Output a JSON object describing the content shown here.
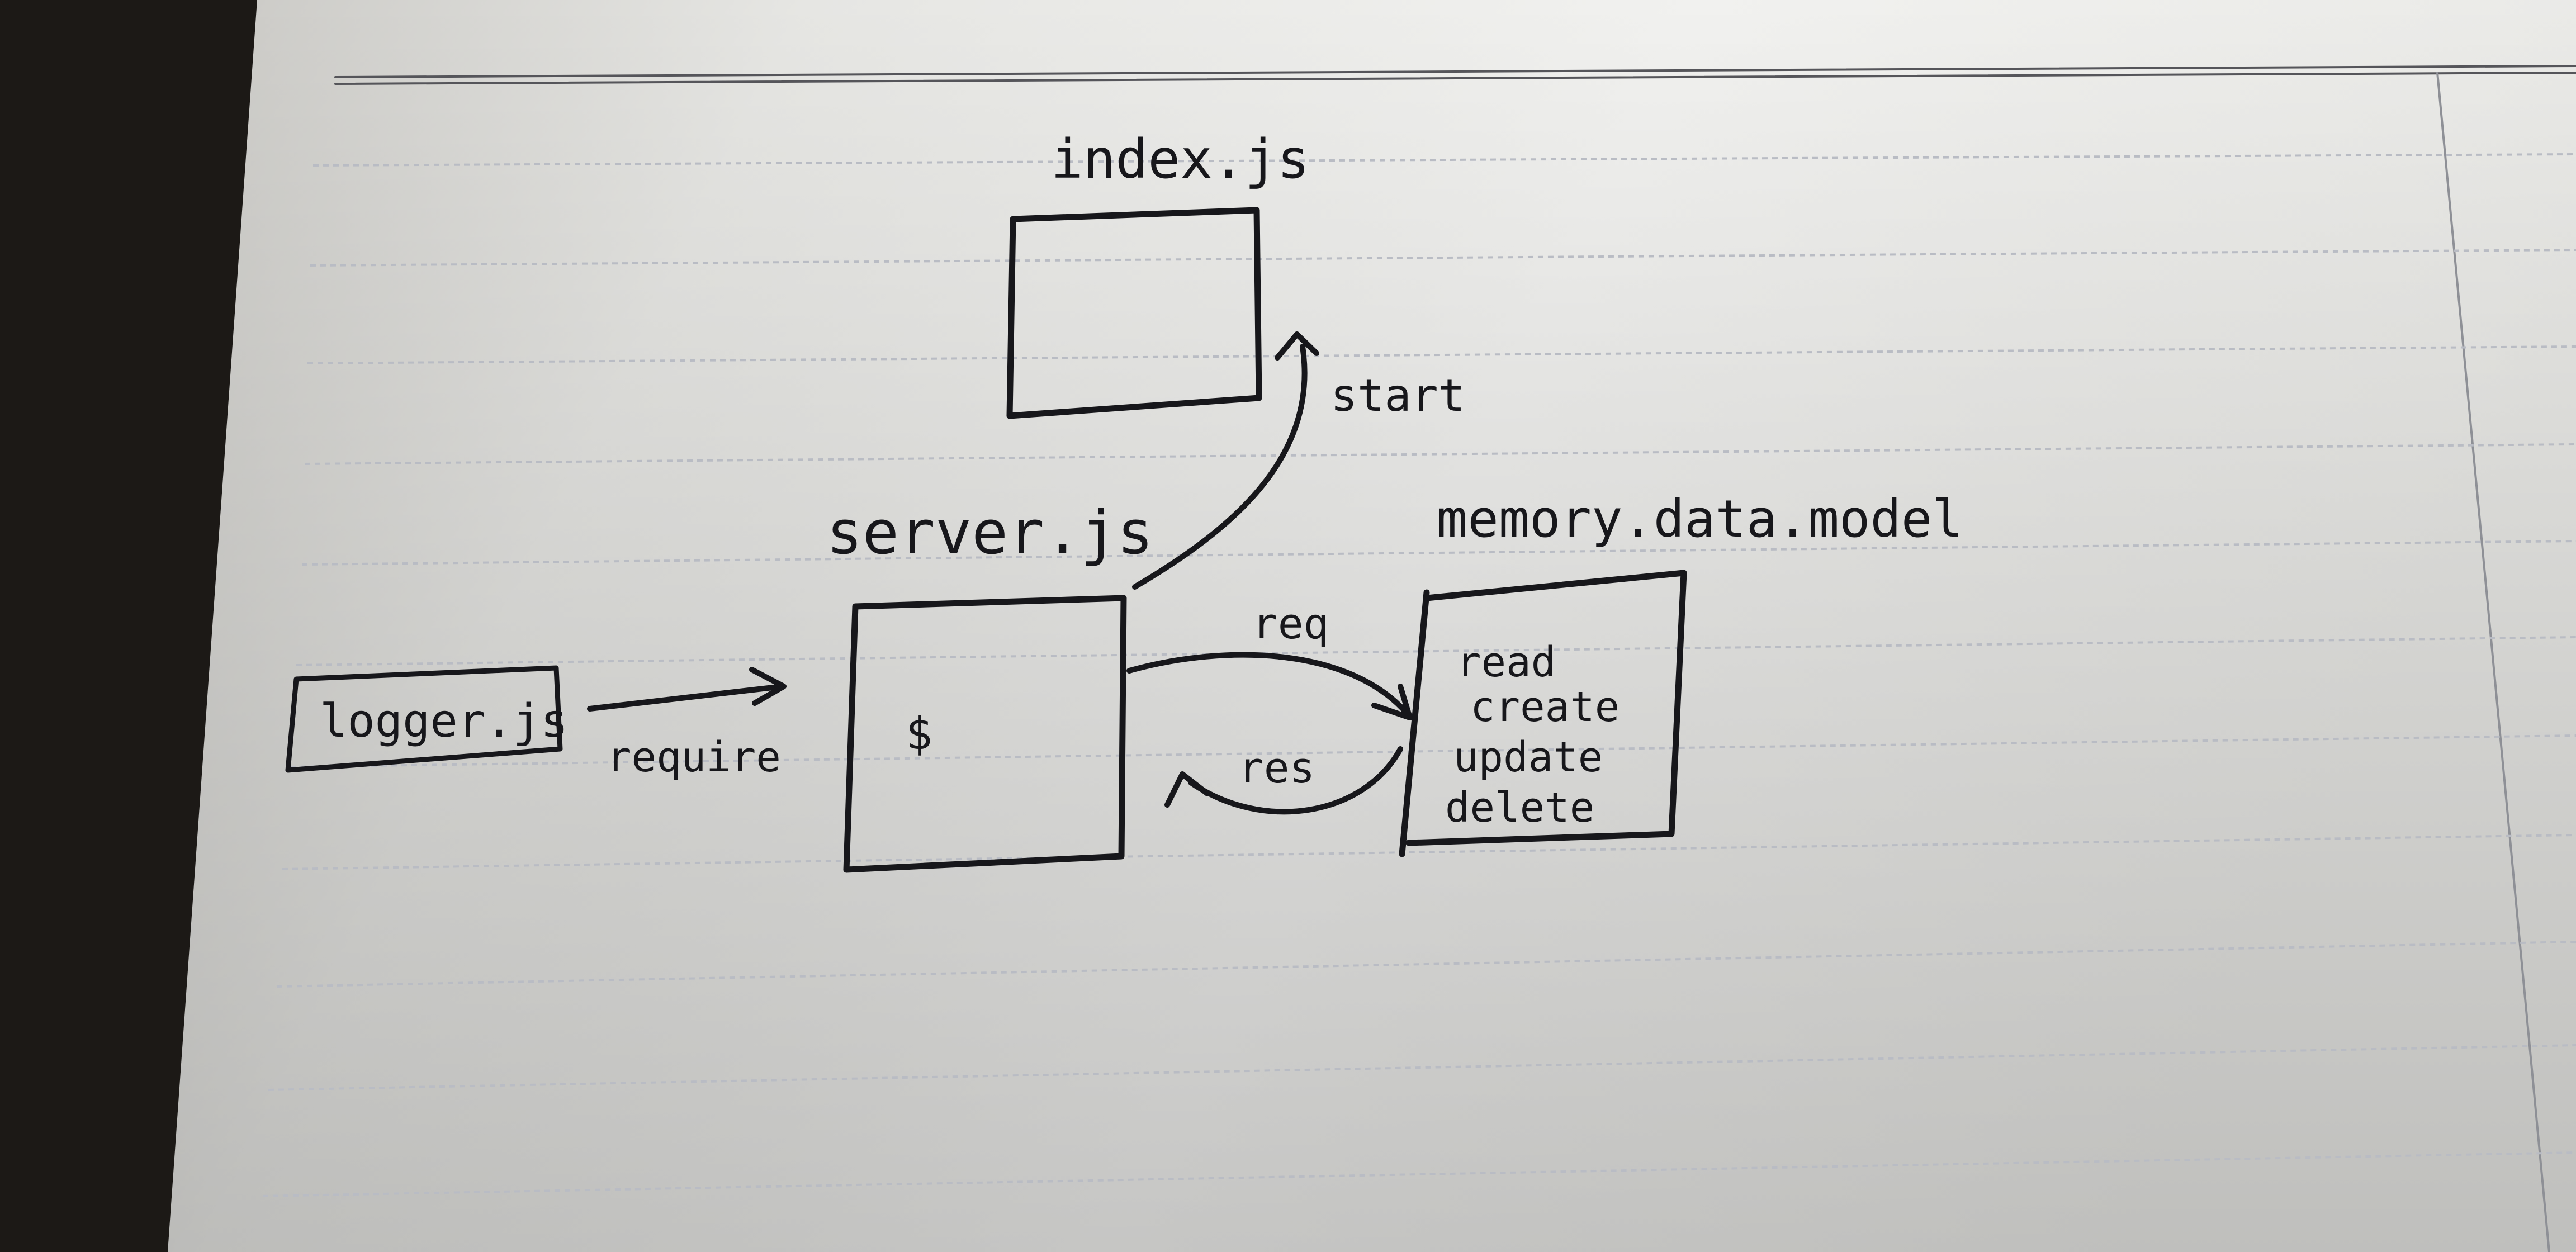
{
  "diagram": {
    "nodes": {
      "index": {
        "label": "index.js"
      },
      "server": {
        "label": "server.js",
        "inner_mark": "$"
      },
      "logger": {
        "label": "logger.js"
      },
      "memory": {
        "label": "memory.data.model",
        "operations": [
          "read",
          "create",
          "update",
          "delete"
        ]
      }
    },
    "edges": {
      "logger_to_server": "require",
      "server_to_index": "start",
      "server_to_memory": "req",
      "memory_to_server": "res"
    }
  },
  "colors": {
    "paper": "#f2f2ef",
    "ink": "#17171b",
    "rule_line": "#b9bcc4",
    "shadow": "#1c1916"
  }
}
